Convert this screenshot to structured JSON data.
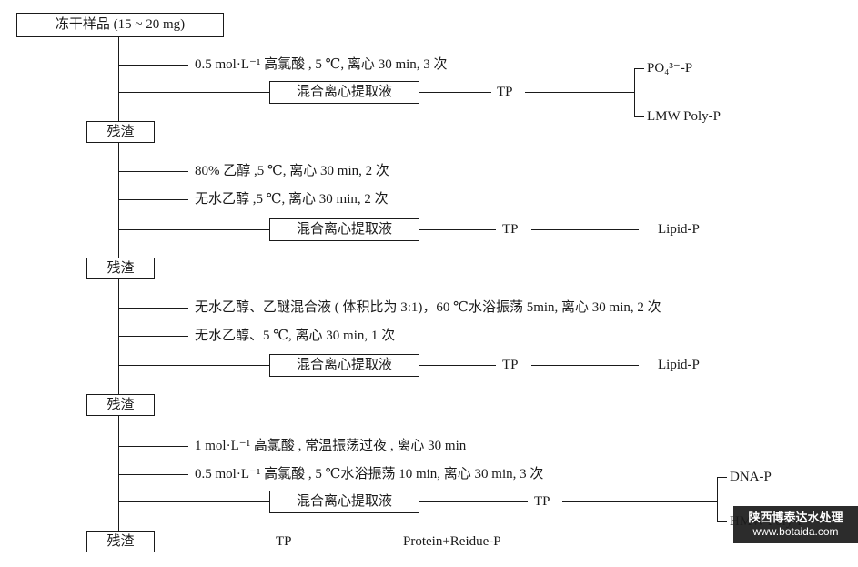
{
  "flowchart": {
    "sample_box": "冻干样品 (15 ~ 20 mg)",
    "residue": "残渣",
    "extract": "混合离心提取液",
    "tp": "TP",
    "stage1": {
      "reagent1": "0.5 mol·L⁻¹ 高氯酸 , 5 ℃, 离心 30 min, 3 次",
      "product1": "PO₄³⁻-P",
      "product2": "LMW Poly-P"
    },
    "stage2": {
      "reagent1": "80% 乙醇 ,5 ℃, 离心 30 min, 2 次",
      "reagent2": "无水乙醇 ,5 ℃, 离心 30 min, 2 次",
      "product": "Lipid-P"
    },
    "stage3": {
      "reagent1": "无水乙醇、乙醚混合液 ( 体积比为 3:1)，60 ℃水浴振荡 5min, 离心 30 min, 2 次",
      "reagent2": "无水乙醇、5 ℃, 离心 30 min, 1 次",
      "product": "Lipid-P"
    },
    "stage4": {
      "reagent1": "1 mol·L⁻¹ 高氯酸 , 常温振荡过夜 , 离心 30 min",
      "reagent2": "0.5 mol·L⁻¹ 高氯酸 , 5 ℃水浴振荡 10 min, 离心 30 min, 3 次",
      "product1": "DNA-P",
      "product2": "HMW Poly-P"
    },
    "final": {
      "product": "Protein+Reidue-P"
    }
  },
  "watermark": {
    "line1": "陕西博泰达水处理",
    "line2": "www.botaida.com"
  }
}
